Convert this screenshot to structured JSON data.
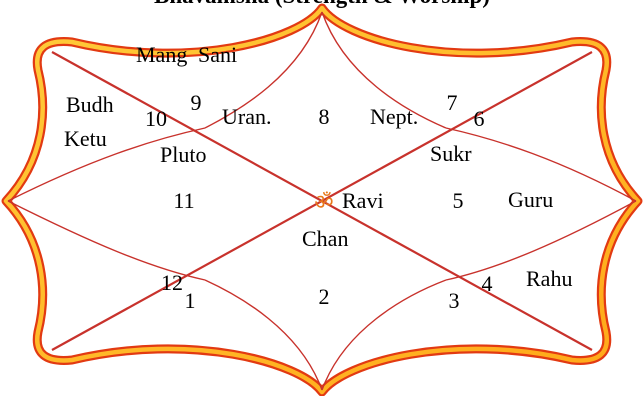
{
  "title": "Bhavamsha (Strength & Worship)",
  "center_symbol": "ॐ",
  "colors": {
    "frame_outer": "#e23a12",
    "frame_inner": "#ffb020",
    "lines": "#c8322c"
  },
  "houses": {
    "h1": "1",
    "h2": "2",
    "h3": "3",
    "h4": "4",
    "h5": "5",
    "h6": "6",
    "h7": "7",
    "h8": "8",
    "h9": "9",
    "h10": "10",
    "h11": "11",
    "h12": "12"
  },
  "planets": {
    "mang": "Mang",
    "sani": "Sani",
    "budh": "Budh",
    "ketu": "Ketu",
    "pluto": "Pluto",
    "uran": "Uran.",
    "nept": "Nept.",
    "sukr": "Sukr",
    "ravi": "Ravi",
    "chan": "Chan",
    "guru": "Guru",
    "rahu": "Rahu"
  }
}
